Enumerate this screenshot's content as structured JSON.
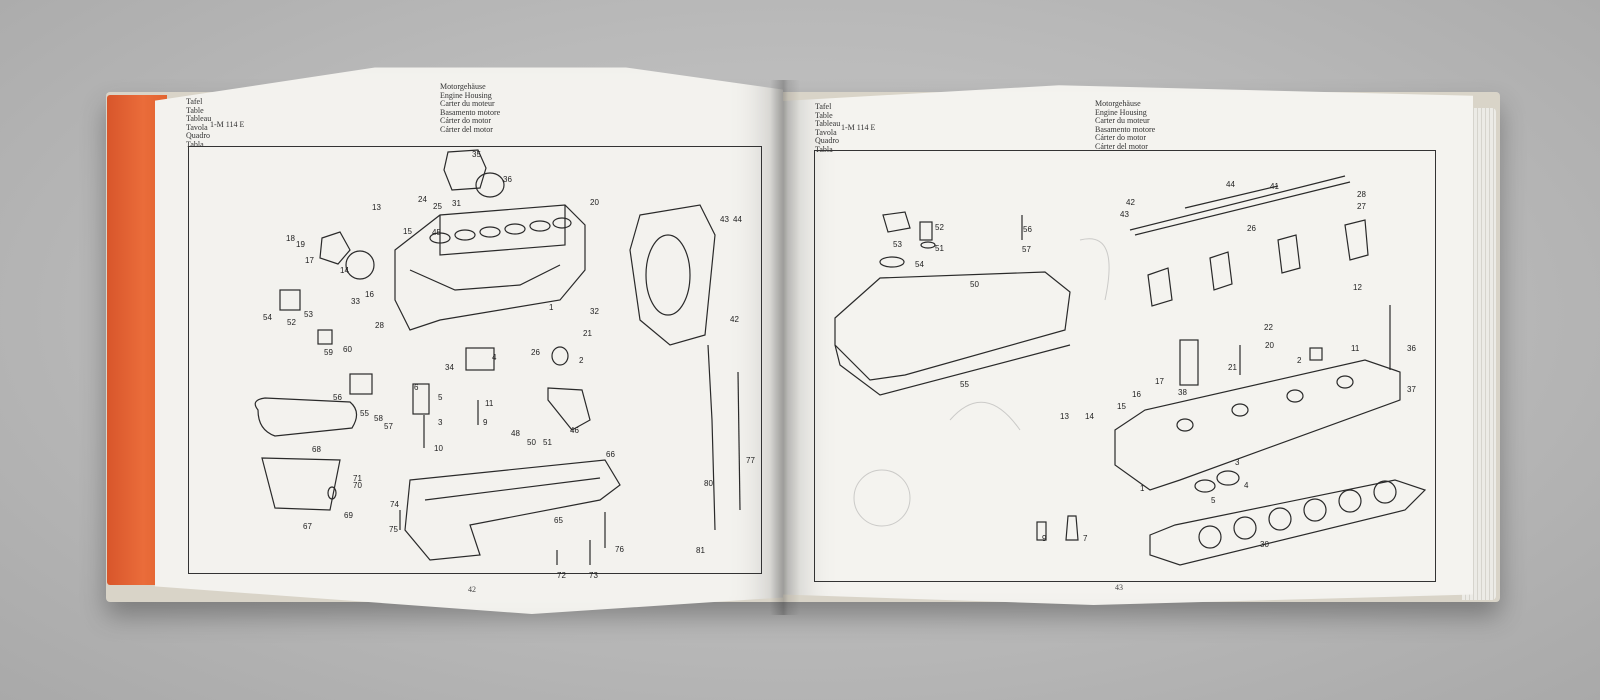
{
  "left_page": {
    "table_words": [
      "Tafel",
      "Table",
      "Tableau",
      "Tavola",
      "Quadro",
      "Tabla"
    ],
    "table_code": "1-M 114 E",
    "title_lines": [
      "Motorgehäuse",
      "Engine Housing",
      "Carter du moteur",
      "Basamento motore",
      "Cárter do motor",
      "Cárter del motor"
    ],
    "page_number": "42",
    "callouts": [
      "35",
      "36",
      "13",
      "24",
      "25",
      "31",
      "20",
      "15",
      "45",
      "18",
      "19",
      "17",
      "14",
      "16",
      "43",
      "44",
      "54",
      "52",
      "53",
      "33",
      "28",
      "32",
      "21",
      "59",
      "60",
      "26",
      "2",
      "34",
      "4",
      "56",
      "6",
      "5",
      "11",
      "55",
      "58",
      "57",
      "3",
      "9",
      "48",
      "50",
      "51",
      "46",
      "68",
      "10",
      "66",
      "71",
      "70",
      "69",
      "67",
      "74",
      "75",
      "65",
      "80",
      "77",
      "42",
      "72",
      "73",
      "76",
      "81",
      "1"
    ]
  },
  "right_page": {
    "table_words": [
      "Tafel",
      "Table",
      "Tableau",
      "Tavola",
      "Quadro",
      "Tabla"
    ],
    "table_code": "1-M 114 E",
    "title_lines": [
      "Motorgehäuse",
      "Engine Housing",
      "Carter du moteur",
      "Basamento motore",
      "Cárter do motor",
      "Cárter del motor"
    ],
    "page_number": "43",
    "callouts": [
      "44",
      "41",
      "42",
      "43",
      "28",
      "27",
      "52",
      "56",
      "53",
      "51",
      "57",
      "54",
      "26",
      "50",
      "12",
      "22",
      "20",
      "36",
      "37",
      "2",
      "11",
      "21",
      "38",
      "13",
      "14",
      "15",
      "16",
      "17",
      "1",
      "55",
      "3",
      "4",
      "5",
      "9",
      "7",
      "30"
    ]
  },
  "colors": {
    "cover_orange": "#e4622f",
    "paper": "#f3f2ee",
    "background": "#bcbcbc",
    "ink": "#2a2a2a"
  }
}
